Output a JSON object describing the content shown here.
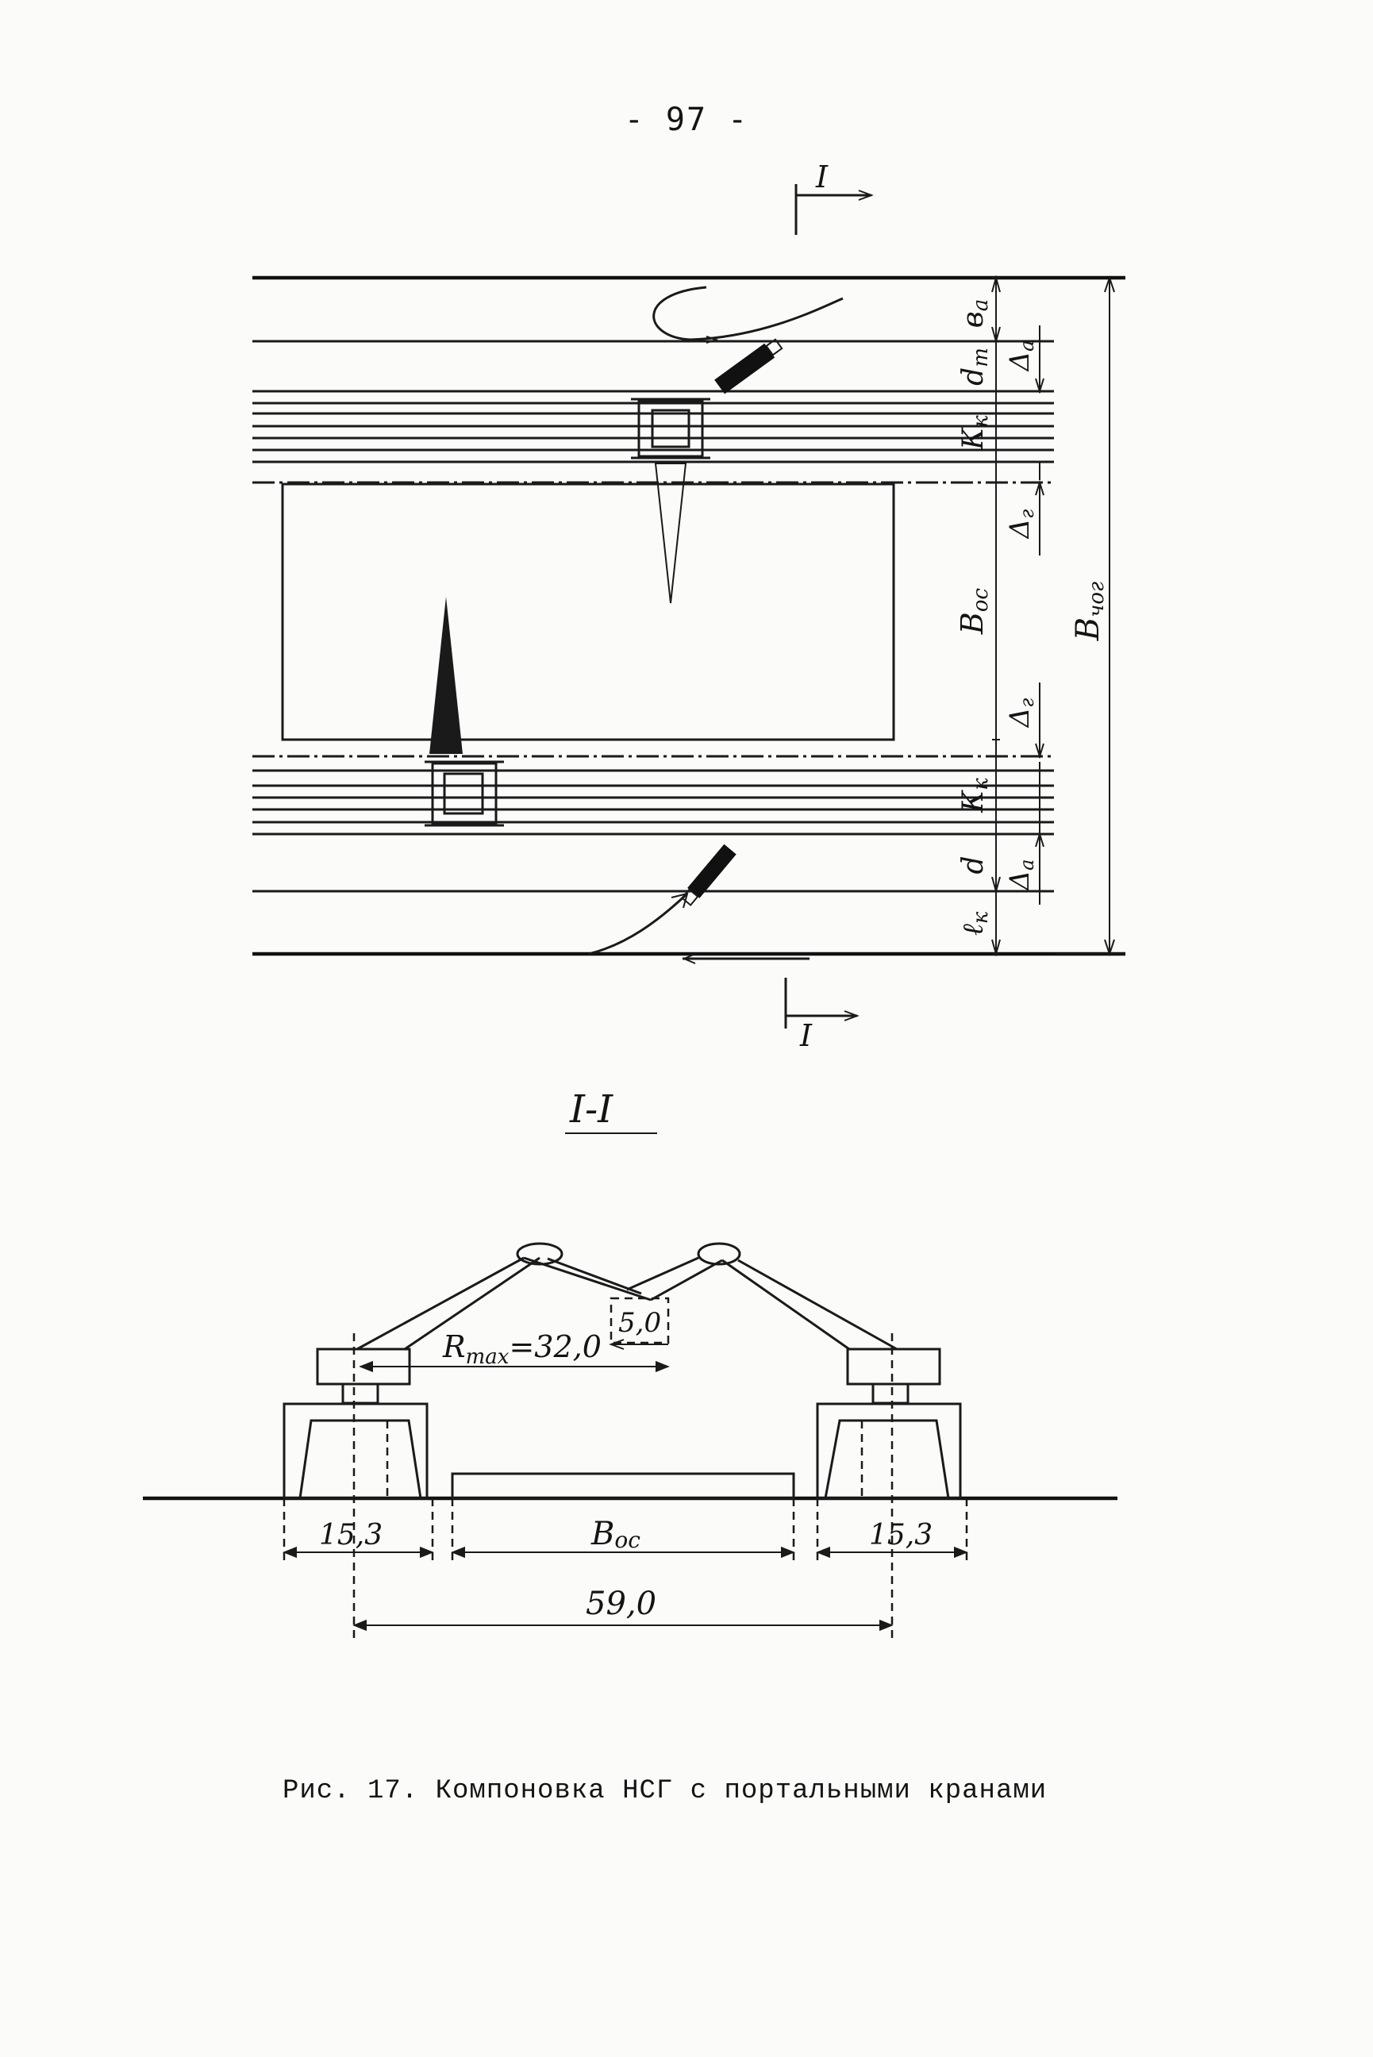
{
  "page_number": "- 97 -",
  "caption": "Рис. 17. Компоновка НСГ с портальными кранами",
  "plan_view": {
    "section_mark_top": "I",
    "section_mark_bottom": "I",
    "dims_inner": [
      "в",
      "а",
      "d",
      "т",
      "К",
      "к",
      "B",
      "ос",
      "К",
      "к",
      "d",
      "ℓ",
      "к"
    ],
    "dims_delta": [
      "Δ",
      "а",
      "Δ",
      "г",
      "Δ",
      "г",
      "Δ",
      "а"
    ],
    "dim_total": [
      "B",
      "чог"
    ]
  },
  "section_view": {
    "title": "I-I",
    "rmax_label": [
      "R",
      "max",
      "=32,0"
    ],
    "overhang_label": "5,0",
    "left_width": "15,3",
    "storage_label": [
      "B",
      "ос"
    ],
    "right_width": "15,3",
    "track_span": "59,0"
  }
}
